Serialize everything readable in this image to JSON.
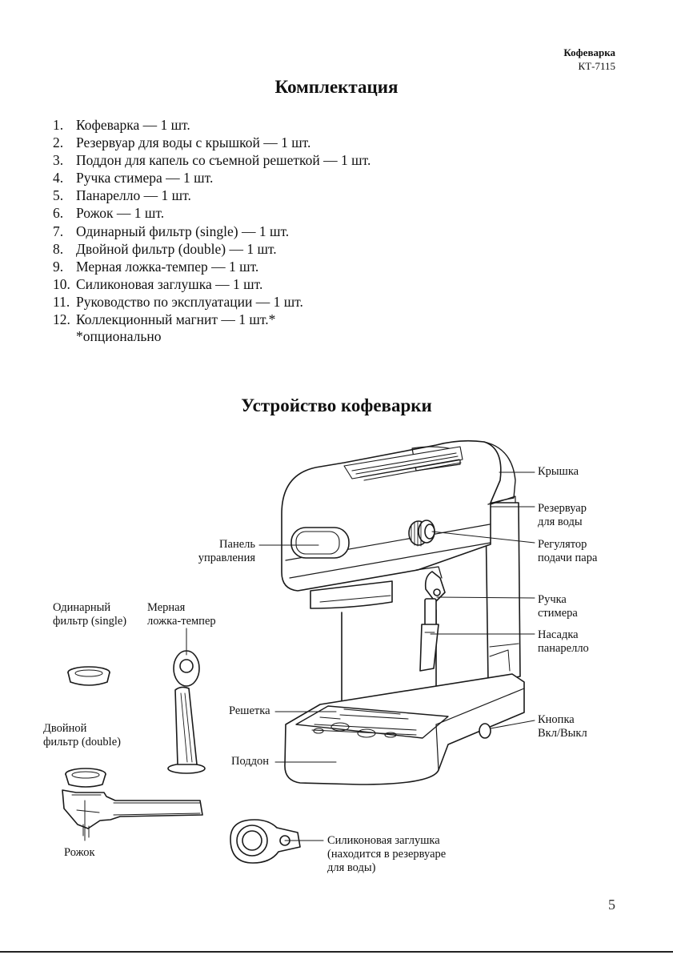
{
  "header": {
    "brand": "Кофеварка",
    "model": "КТ-7115"
  },
  "section1": {
    "title": "Комплектация",
    "items": [
      {
        "num": "1.",
        "text": "Кофеварка — 1 шт."
      },
      {
        "num": "2.",
        "text": "Резервуар для воды с крышкой — 1 шт."
      },
      {
        "num": "3.",
        "text": "Поддон для капель со съемной решеткой — 1 шт."
      },
      {
        "num": "4.",
        "text": "Ручка стимера — 1 шт."
      },
      {
        "num": "5.",
        "text": "Панарелло — 1 шт."
      },
      {
        "num": "6.",
        "text": "Рожок — 1 шт."
      },
      {
        "num": "7.",
        "text": "Одинарный фильтр (single) — 1 шт."
      },
      {
        "num": "8.",
        "text": "Двойной фильтр (double) — 1 шт."
      },
      {
        "num": "9.",
        "text": "Мерная ложка-темпер — 1 шт."
      },
      {
        "num": "10.",
        "text": "Силиконовая заглушка — 1 шт."
      },
      {
        "num": "11.",
        "text": "Руководство по эксплуатации — 1 шт."
      },
      {
        "num": "12.",
        "text": "Коллекционный магнит — 1 шт.*"
      }
    ],
    "note": "*опционально"
  },
  "section2": {
    "title": "Устройство кофеварки",
    "labels": {
      "lid": [
        "Крышка"
      ],
      "reservoir": [
        "Резервуар",
        "для воды"
      ],
      "steam_regulator": [
        "Регулятор",
        "подачи пара"
      ],
      "steamer_handle": [
        "Ручка",
        "стимера"
      ],
      "panarello_nozzle": [
        "Насадка",
        "панарелло"
      ],
      "power_button": [
        "Кнопка",
        "Вкл/Выкл"
      ],
      "control_panel": [
        "Панель",
        "управления"
      ],
      "single_filter": [
        "Одинарный",
        "фильтр (single)"
      ],
      "tamper": [
        "Мерная",
        "ложка-темпер"
      ],
      "grate": [
        "Решетка"
      ],
      "drip_tray": [
        "Поддон"
      ],
      "double_filter": [
        "Двойной",
        "фильтр (double)"
      ],
      "portafilter": [
        "Рожок"
      ],
      "silicone_plug": [
        "Силиконовая заглушка",
        "(находится в резервуаре",
        "для воды)"
      ]
    }
  },
  "page_number": "5"
}
